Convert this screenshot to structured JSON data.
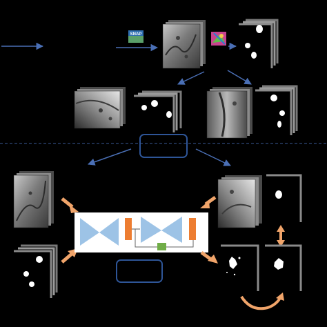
{
  "colors": {
    "background": "#000000",
    "flow_arrow": "#4a6fb5",
    "feed_arrow": "#f0a46a",
    "divider": "#3a5a99",
    "box_outline": "#2e5597",
    "frame": "#8a8a8a",
    "network_panel": "#ffffff",
    "encoder": "#9dc3e6",
    "block": "#ed7d31",
    "skip_block": "#70ad47",
    "mask_blob": "#ffffff"
  },
  "icons": {
    "snap_logo": {
      "name": "snap-tool-icon",
      "text": "SNAP"
    },
    "labeling_tool": {
      "name": "labeling-tool-icon"
    }
  },
  "sections": {
    "top": "data-preparation",
    "bottom": "network-training"
  },
  "boxes": {
    "middle": "",
    "bottom": ""
  }
}
